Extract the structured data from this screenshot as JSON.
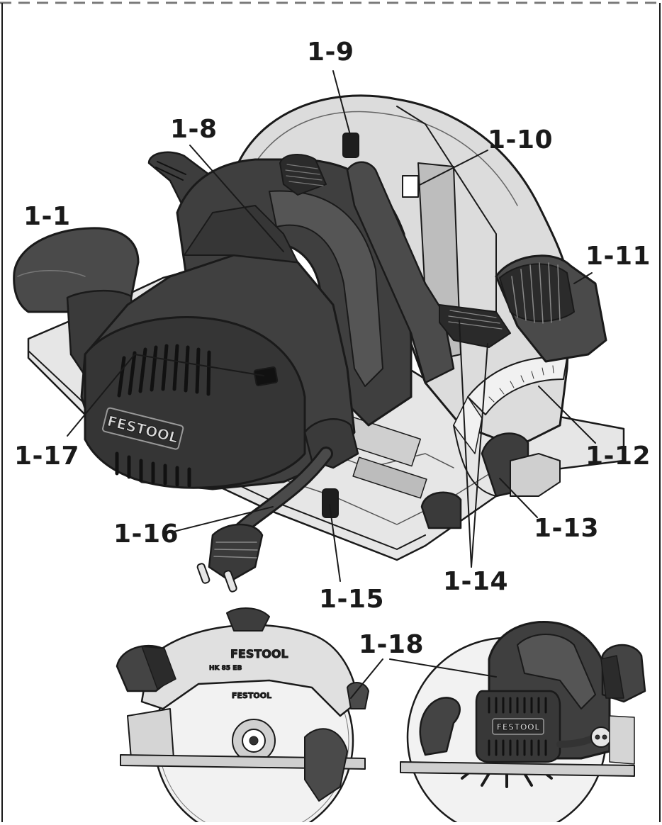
{
  "labels": {
    "l1_1": "1-1",
    "l1_8": "1-8",
    "l1_9": "1-9",
    "l1_10": "1-10",
    "l1_11": "1-11",
    "l1_12": "1-12",
    "l1_13": "1-13",
    "l1_14": "1-14",
    "l1_15": "1-15",
    "l1_16": "1-16",
    "l1_17": "1-17",
    "l1_18": "1-18"
  },
  "brand": {
    "name": "FESTOOL",
    "model": "HK 85 EB"
  },
  "colors": {
    "housing": "#3d3d3d",
    "housing_dark": "#262626",
    "guard": "#d6d6d6",
    "outline": "#1a1a1a",
    "border_dash": "#7a7a7a"
  }
}
